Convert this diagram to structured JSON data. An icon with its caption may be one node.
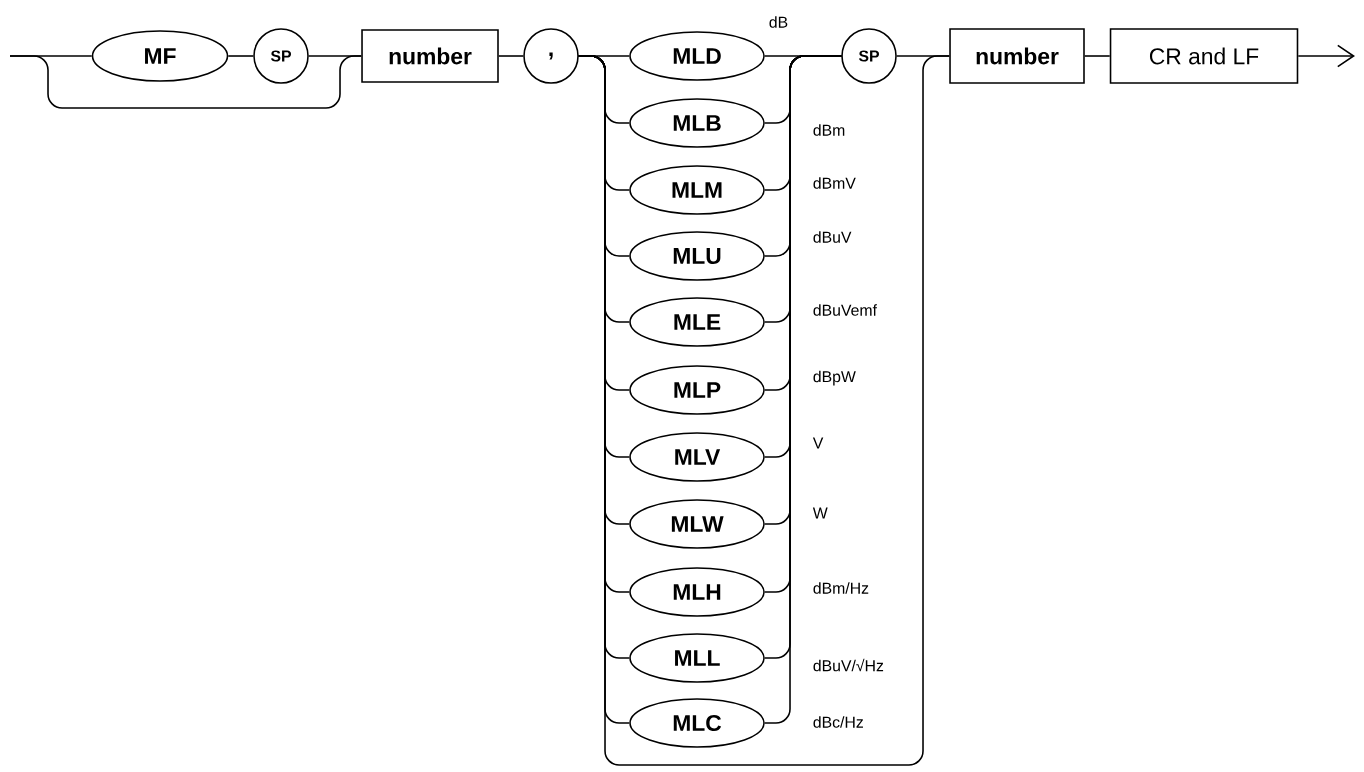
{
  "diagram": {
    "nodes": [
      {
        "text": [
          "MF"
        ]
      },
      {
        "text": [
          "SP"
        ]
      },
      {
        "text": [
          "number"
        ]
      },
      {
        "text": [
          ","
        ]
      },
      {
        "text": [
          "MLD"
        ]
      },
      {
        "text": [
          "MLB"
        ]
      },
      {
        "text": [
          "MLM"
        ]
      },
      {
        "text": [
          "MLU"
        ]
      },
      {
        "text": [
          "MLE"
        ]
      },
      {
        "text": [
          "MLP"
        ]
      },
      {
        "text": [
          "MLV"
        ]
      },
      {
        "text": [
          "MLW"
        ]
      },
      {
        "text": [
          "MLH"
        ]
      },
      {
        "text": [
          "MLL"
        ]
      },
      {
        "text": [
          "MLC"
        ]
      },
      {
        "text": [
          "SP"
        ]
      },
      {
        "text": [
          "number"
        ]
      },
      {
        "text": [
          "CR and LF"
        ]
      }
    ],
    "edges": [
      {
        "from": null,
        "to": 0,
        "arrow": "none"
      },
      {
        "from": null,
        "to": 2,
        "arrow": "none"
      },
      {
        "from": 0,
        "to": 1,
        "arrow": "none"
      },
      {
        "from": 1,
        "to": 2,
        "arrow": "none"
      },
      {
        "from": 2,
        "to": 3,
        "arrow": "none"
      },
      {
        "from": 3,
        "to": 4,
        "arrow": "none"
      },
      {
        "from": 3,
        "to": 5,
        "arrow": "none"
      },
      {
        "from": 3,
        "to": 6,
        "arrow": "none"
      },
      {
        "from": 3,
        "to": 7,
        "arrow": "none"
      },
      {
        "from": 3,
        "to": 8,
        "arrow": "none"
      },
      {
        "from": 3,
        "to": 9,
        "arrow": "none"
      },
      {
        "from": 3,
        "to": 10,
        "arrow": "none"
      },
      {
        "from": 3,
        "to": 11,
        "arrow": "none"
      },
      {
        "from": 3,
        "to": 12,
        "arrow": "none"
      },
      {
        "from": 3,
        "to": 13,
        "arrow": "none"
      },
      {
        "from": 3,
        "to": 14,
        "arrow": "none"
      },
      {
        "from": 4,
        "to": 15,
        "arrow": "none"
      },
      {
        "from": 5,
        "to": 15,
        "arrow": "none"
      },
      {
        "from": 6,
        "to": 15,
        "arrow": "none"
      },
      {
        "from": 7,
        "to": 15,
        "arrow": "none"
      },
      {
        "from": 8,
        "to": 15,
        "arrow": "none"
      },
      {
        "from": 9,
        "to": 15,
        "arrow": "none"
      },
      {
        "from": 10,
        "to": 15,
        "arrow": "none"
      },
      {
        "from": 11,
        "to": 15,
        "arrow": "none"
      },
      {
        "from": 12,
        "to": 15,
        "arrow": "none"
      },
      {
        "from": 13,
        "to": 15,
        "arrow": "none"
      },
      {
        "from": 14,
        "to": 15,
        "arrow": "none"
      },
      {
        "from": 3,
        "to": 16,
        "arrow": "none"
      },
      {
        "from": 15,
        "to": 16,
        "arrow": "none"
      },
      {
        "from": 16,
        "to": 17,
        "arrow": "none"
      },
      {
        "from": 17,
        "to": null,
        "arrow": "to"
      }
    ],
    "labels": [
      "dB",
      "dBm",
      "dBmV",
      "dBuV",
      "dBuVemf",
      "dBpW",
      "V",
      "W",
      "dBm/Hz",
      "dBuV/√Hz",
      "dBc/Hz"
    ]
  }
}
